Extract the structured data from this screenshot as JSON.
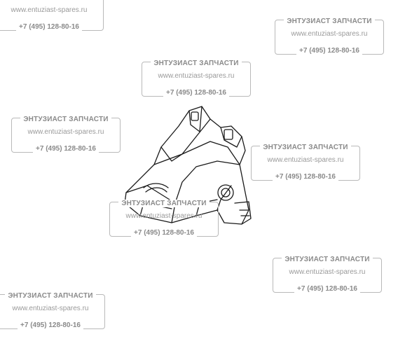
{
  "watermark": {
    "title": "ЭНТУЗИАСТ ЗАПЧАСТИ",
    "url": "www.entuziast-spares.ru",
    "phone": "+7 (495) 128-80-16"
  },
  "colors": {
    "watermark_text": "#8a8a8a",
    "watermark_frame": "#b9b9b9",
    "drawing_line": "#1a1a1a"
  }
}
